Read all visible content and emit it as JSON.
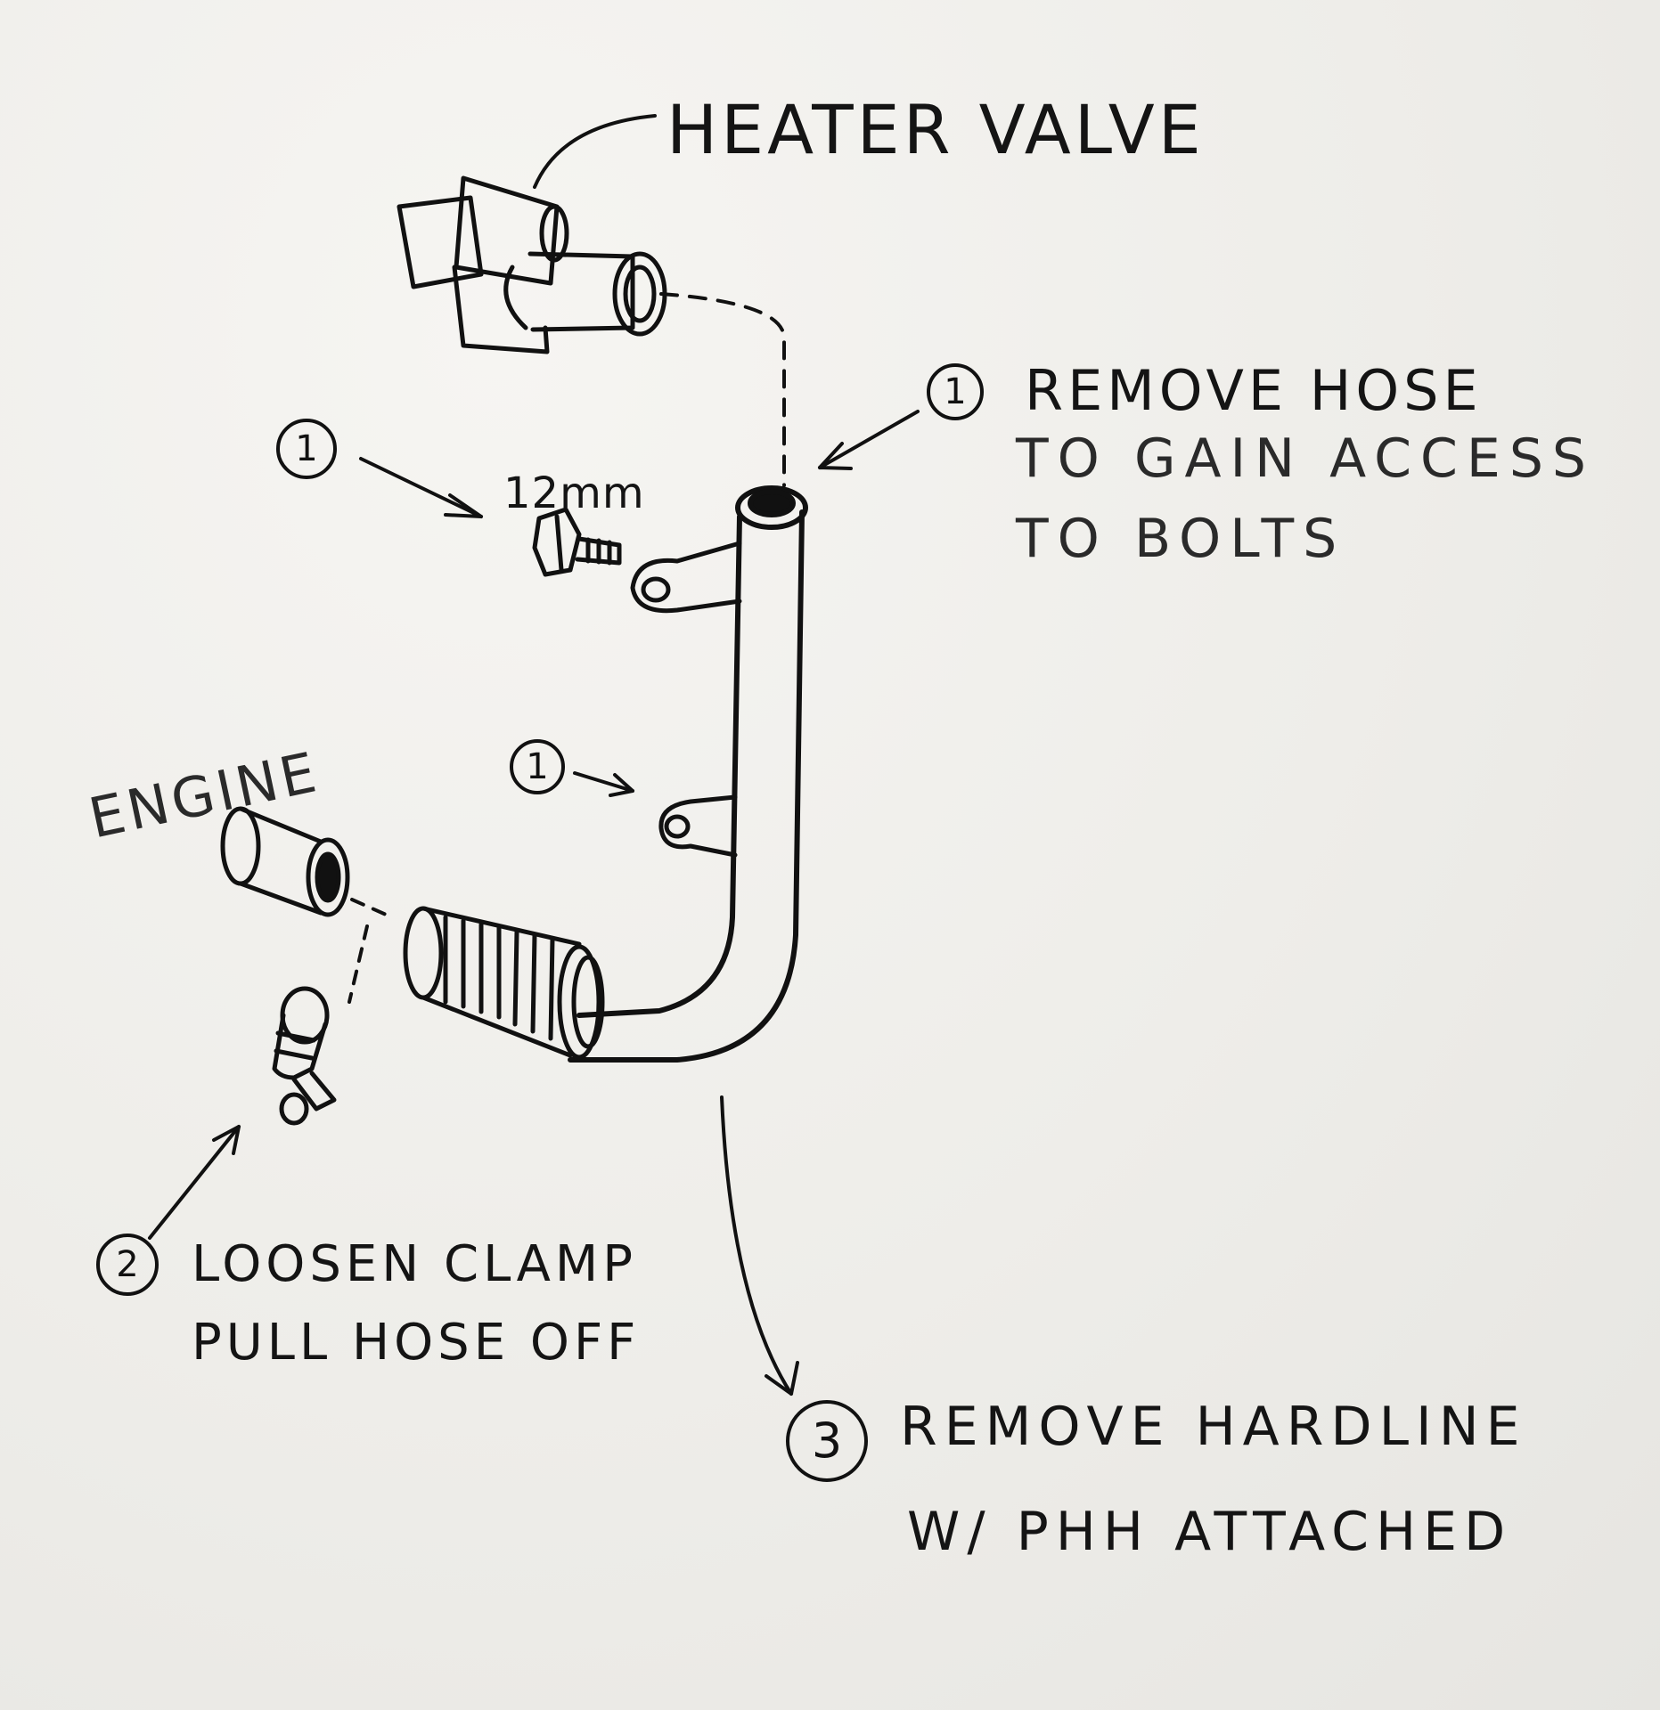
{
  "labels": {
    "heater_valve": "HEATER VALVE",
    "remove_hose": "REMOVE HOSE",
    "to_gain_access": "TO GAIN ACCESS",
    "to_bolts": "TO BOLTS",
    "bolt_size": "12mm",
    "engine": "ENGINE",
    "loosen_clamp": "LOOSEN CLAMP",
    "pull_hose_off": "PULL HOSE OFF",
    "remove_hardline": "REMOVE HARDLINE",
    "phh_attached": "W/ PHH ATTACHED"
  },
  "steps": {
    "step1_label": "1",
    "step2_label": "2",
    "step3_label": "3"
  }
}
